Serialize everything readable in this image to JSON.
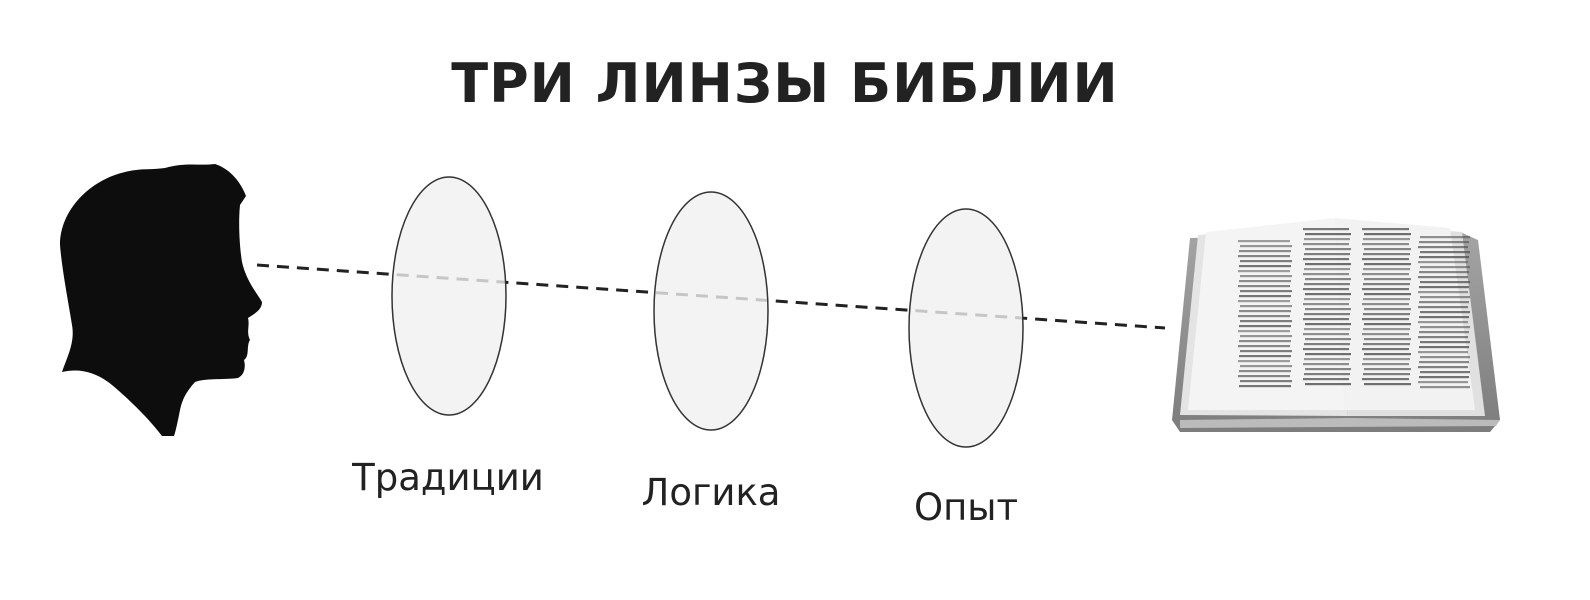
{
  "title": "ТРИ ЛИНЗЫ БИБЛИИ",
  "lenses": [
    {
      "label": "Традиции"
    },
    {
      "label": "Логика"
    },
    {
      "label": "Опыт"
    }
  ],
  "colors": {
    "lens_fill": "#f0f0f0",
    "lens_stroke": "#333333",
    "text": "#222222",
    "silhouette": "#0d0d0d"
  }
}
